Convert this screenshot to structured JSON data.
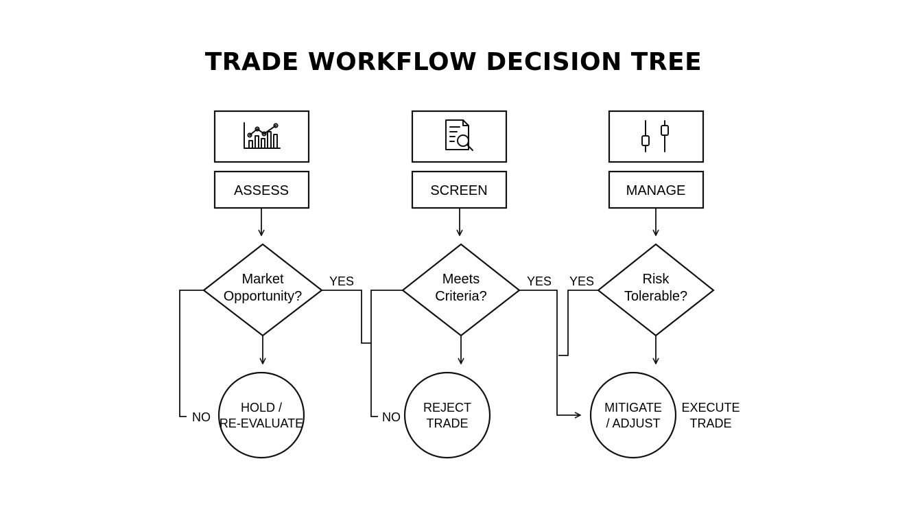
{
  "title": "TRADE WORKFLOW DECISION TREE",
  "columns": [
    {
      "icon": "bar-line-chart-icon",
      "step": "ASSESS",
      "question": [
        "Market",
        "Opportunity?"
      ],
      "yes": "YES",
      "no": "NO",
      "outcome": [
        "HOLD /",
        "RE-EVALUATE"
      ]
    },
    {
      "icon": "document-search-icon",
      "step": "SCREEN",
      "question": [
        "Meets",
        "Criteria?"
      ],
      "yes": "YES",
      "no": "NO",
      "outcome": [
        "REJECT",
        "TRADE"
      ]
    },
    {
      "icon": "sliders-icon",
      "step": "MANAGE",
      "question": [
        "Risk",
        "Tolerable?"
      ],
      "yes": "YES",
      "outcome": [
        "MITIGATE",
        "/ ADJUST"
      ]
    }
  ],
  "final": [
    "EXECUTE",
    "TRADE"
  ]
}
